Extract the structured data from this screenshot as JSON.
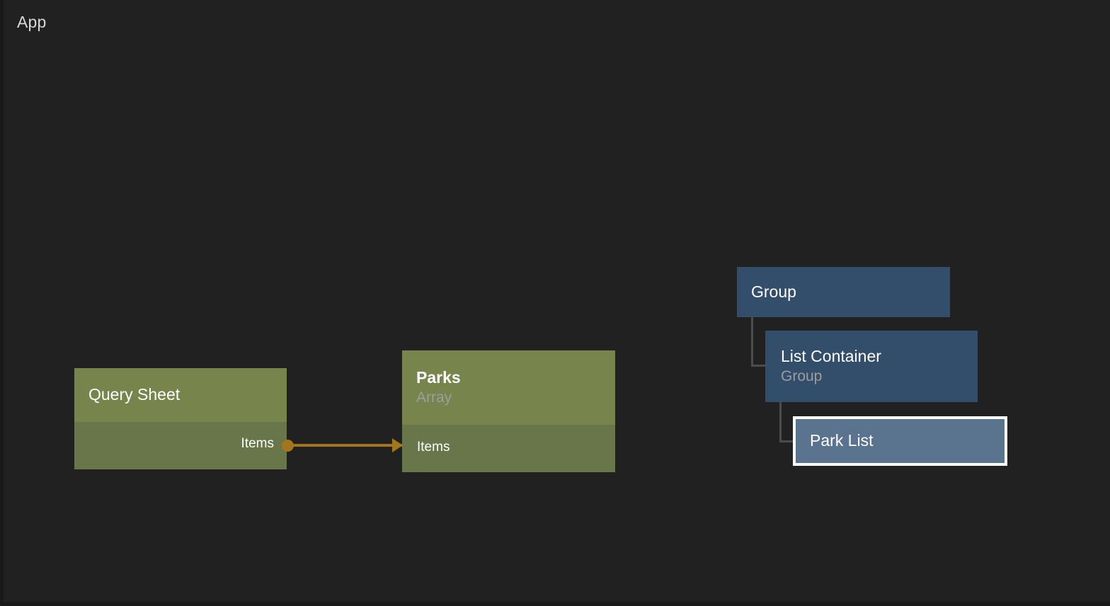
{
  "app": {
    "title": "App",
    "background_color": "#212121"
  },
  "nodes": {
    "query_sheet": {
      "title": "Query Sheet",
      "subtitle": "",
      "output_port_label": "Items",
      "color": "#77854c",
      "body_color": "#69764a"
    },
    "parks": {
      "title": "Parks",
      "subtitle": "Array",
      "input_port_label": "Items",
      "color": "#77854c",
      "body_color": "#69764a"
    },
    "group": {
      "title": "Group",
      "subtitle": "",
      "color": "#334e6b"
    },
    "list_container": {
      "title": "List Container",
      "subtitle": "Group",
      "color": "#334e6b"
    },
    "park_list": {
      "title": "Park List",
      "subtitle": "",
      "color": "#5a7490",
      "selected_outline_color": "#ffffff"
    }
  },
  "connection": {
    "from_node": "Query Sheet",
    "from_port": "Items",
    "to_node": "Parks",
    "to_port": "Items",
    "color": "#a3761c"
  },
  "tree": {
    "connector_color": "#4c4c4c",
    "hierarchy": [
      "Group",
      "List Container",
      "Park List"
    ]
  }
}
